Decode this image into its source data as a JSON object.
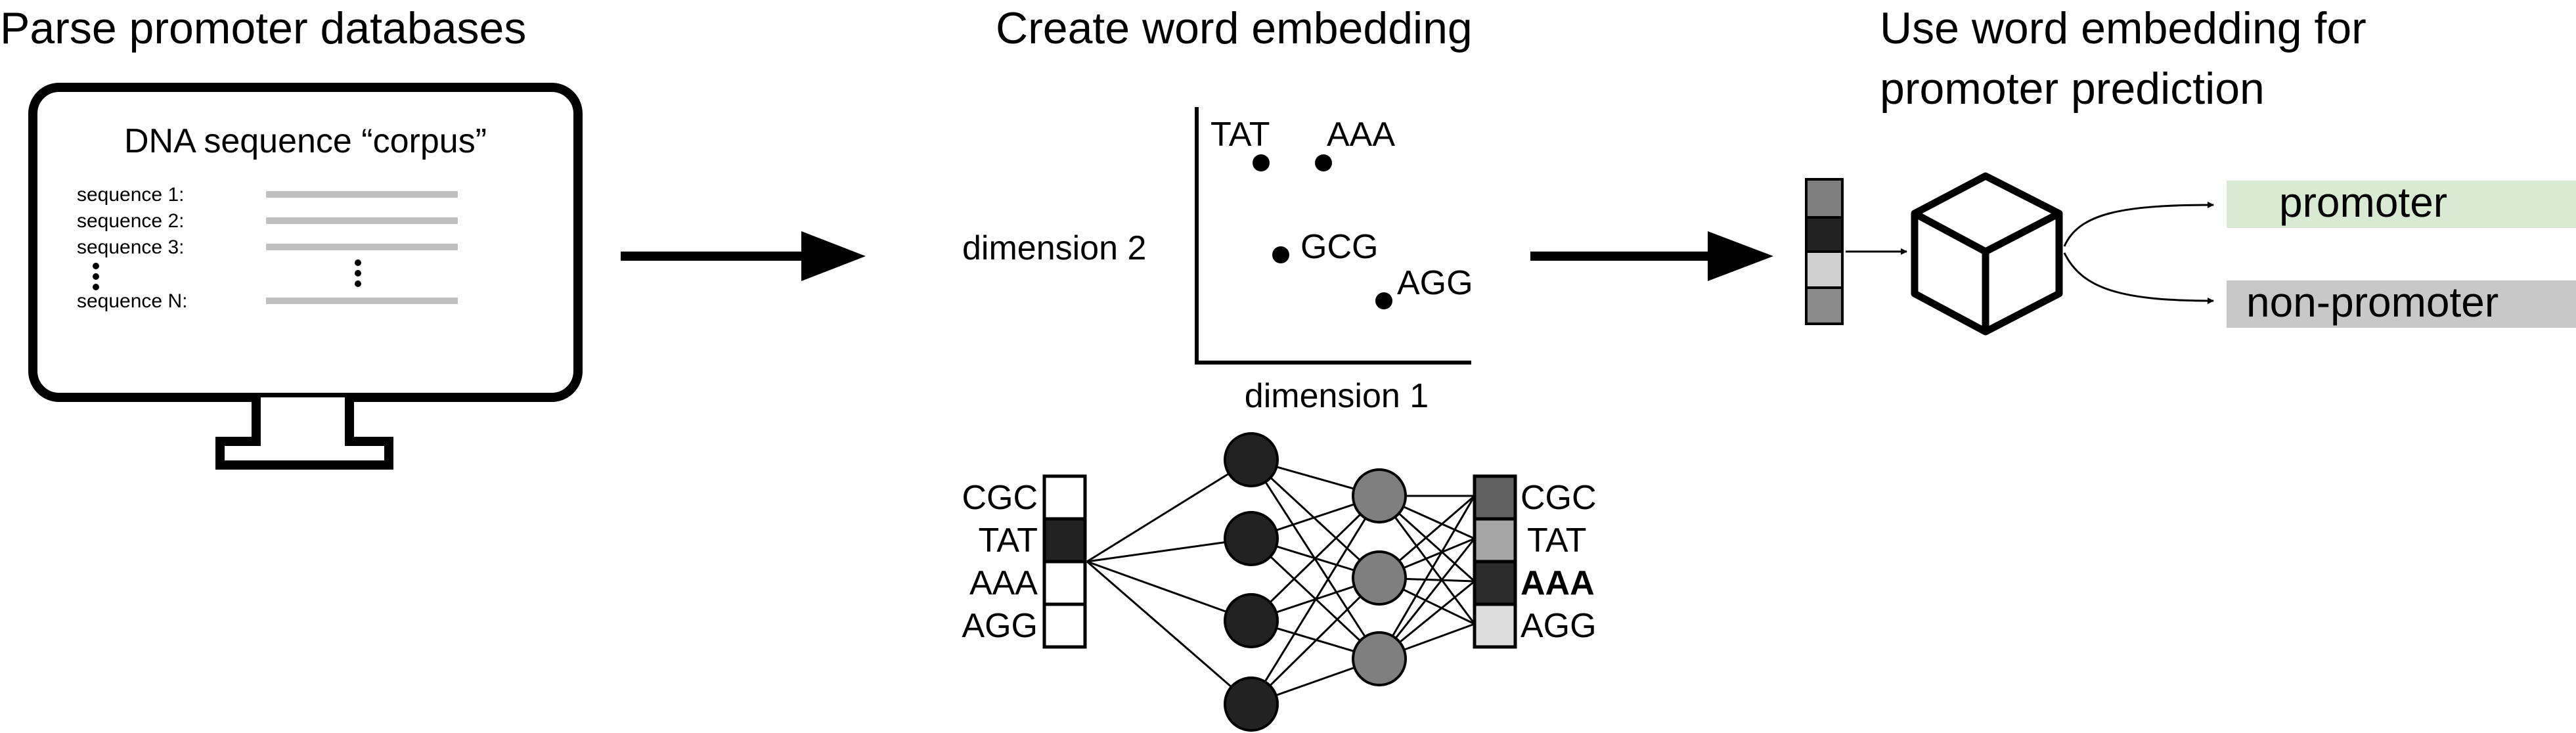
{
  "panels": {
    "parse": {
      "title": "Parse promoter databases",
      "corpus_title": "DNA sequence “corpus”",
      "sequence_labels": [
        "sequence 1:",
        "sequence 2:",
        "sequence 3:",
        "sequence N:"
      ]
    },
    "embedding": {
      "title": "Create word embedding",
      "xlabel": "dimension 1",
      "ylabel": "dimension 2",
      "points": [
        {
          "word": "TAT",
          "x": 1,
          "y": 4
        },
        {
          "word": "AAA",
          "x": 2,
          "y": 4
        },
        {
          "word": "GCG",
          "x": 1.3,
          "y": 2.1
        },
        {
          "word": "AGG",
          "x": 3.0,
          "y": 1.2
        }
      ],
      "input_words": [
        "CGC",
        "TAT",
        "AAA",
        "AGG"
      ],
      "output_words": [
        "CGC",
        "TAT",
        "AAA",
        "AGG"
      ],
      "output_highlight": "AAA"
    },
    "prediction": {
      "title_line1": "Use word embedding for",
      "title_line2": "promoter prediction",
      "class_positive": "promoter",
      "class_negative": "non-promoter"
    }
  },
  "colors": {
    "promoter_bg": "#d9ead3",
    "non_promoter_bg": "#c8c8c8",
    "sequence_line": "#bfbfbf",
    "node_dark": "#222222",
    "node_gray": "#7f7f7f"
  }
}
